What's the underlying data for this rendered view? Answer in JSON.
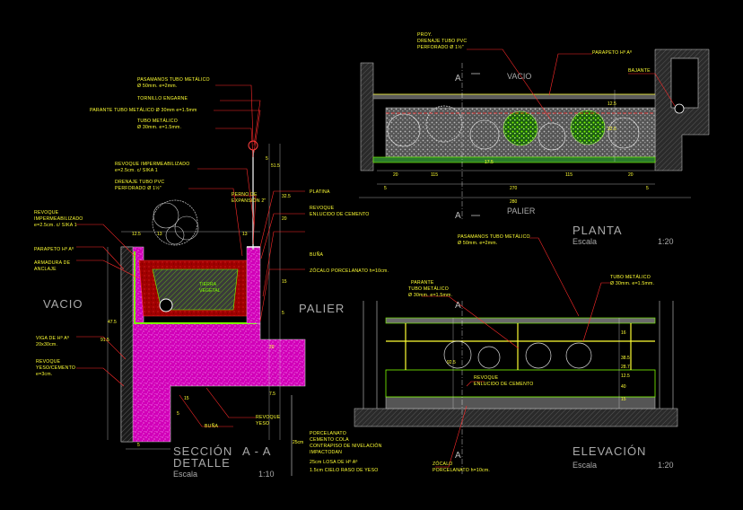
{
  "colors": {
    "background": "#000000",
    "annotation": "#ffff33",
    "wall": "#ff00ff",
    "soil": "#8b0000",
    "plant": "#7CFC00",
    "title": "#a9a9a9",
    "leader": "#ff2a2a",
    "pipe": "#00bfff"
  },
  "section": {
    "title_1": "SECCIÓN",
    "title_2": "DETALLE",
    "cut": "A - A",
    "scale_label": "Escala",
    "scale_value": "1:10",
    "vacio": "VACIO",
    "palier": "PALIER",
    "notes": {
      "pasamanos": [
        "PASAMANOS TUBO METÁLICO",
        "Ø 50mm. e=2mm."
      ],
      "tornillo": "TORNILLO ENGARNE",
      "parante": "PARANTE TUBO METÁLICO Ø 30mm e=1.5mm",
      "tubo": [
        "TUBO METÁLICO",
        "Ø 30mm. e=1.5mm."
      ],
      "revoque_imp": [
        "REVOQUE IMPERMEABILIZADO",
        "e=2.5cm. c/ SIKA 1"
      ],
      "drenaje": [
        "DRENAJE TUBO PVC",
        "PERFORADO Ø 1½\""
      ],
      "perno": [
        "PERNO DE",
        "EXPANSIÓN 2\""
      ],
      "platina": "PLATINA",
      "revoque_enl": [
        "REVOQUE",
        "ENLUCIDO DE CEMENTO"
      ],
      "revoque_imp2": [
        "REVOQUE",
        "IMPERMEABILIZADO",
        "e=2.5cm. c/ SIKA 1"
      ],
      "parapeto": "PARAPETO Hº Aº",
      "armadura": [
        "ARMADURA DE",
        "ANCLAJE"
      ],
      "tierra": [
        "TIERRA",
        "VEGETAL"
      ],
      "bunia": "BUÑA",
      "zocalo": "ZÓCALO PORCELANATO h=10cm.",
      "viga": [
        "VIGA DE Hº Aº",
        "20x30cm."
      ],
      "revoque_yeso": [
        "REVOQUE",
        "YESO/CEMENTO",
        "e=3cm."
      ],
      "bunia2": "BUÑA",
      "revoque_yeso2": [
        "REVOQUE",
        "YESO"
      ],
      "piso": [
        "PORCELANATO",
        "CEMENTO COLA",
        "CONTRAPISO DE NIVELACIÓN",
        "IMPACTODAN",
        "25cm LOSA DE Hº Aº",
        "1.5cm CIELO RASO DE YESO"
      ],
      "piso_dim": "25cm"
    },
    "dims": [
      "12.5",
      "13",
      "13",
      "5",
      "30",
      "51.5",
      "32.5",
      "20",
      "15",
      "5",
      "20",
      "91.5",
      "47.5",
      "15",
      "5",
      "5",
      "7.5"
    ]
  },
  "plan": {
    "title": "PLANTA",
    "scale_label": "Escala",
    "scale_value": "1:20",
    "vacio": "VACIO",
    "palier": "PALIER",
    "axis": "A",
    "notes": {
      "drenaje": [
        "PROY.",
        "DRENAJE TUBO PVC",
        "PERFORADO Ø 1½\""
      ],
      "parapeto": "PARAPETO Hº Aº",
      "bajante": "BAJANTE",
      "pasamanos": [
        "PASAMANOS TUBO METÁLICO",
        "Ø 50mm. e=2mm."
      ]
    },
    "dims_bottom": [
      "20",
      "115",
      "115",
      "20"
    ],
    "dims_total": [
      "5",
      "270",
      "5"
    ],
    "dims_overall": "280",
    "dims_side": [
      "12.5",
      "32.5",
      "17.5"
    ]
  },
  "elevation": {
    "title": "ELEVACIÓN",
    "scale_label": "Escala",
    "scale_value": "1:20",
    "axis": "A",
    "notes": {
      "parante": [
        "PARANTE",
        "TUBO METÁLICO",
        "Ø 30mm. e=1.5mm."
      ],
      "tubo": [
        "TUBO METÁLICO",
        "Ø 30mm. e=1.5mm."
      ],
      "revoque": [
        "REVOQUE",
        "ENLUCIDO DE CEMENTO"
      ],
      "zocalo": [
        "ZÓCALO",
        "PORCELANATO h=10cm."
      ]
    },
    "dims": [
      "92.5",
      "16",
      "38.5",
      "40",
      "15",
      "12.5",
      "28.7"
    ]
  }
}
